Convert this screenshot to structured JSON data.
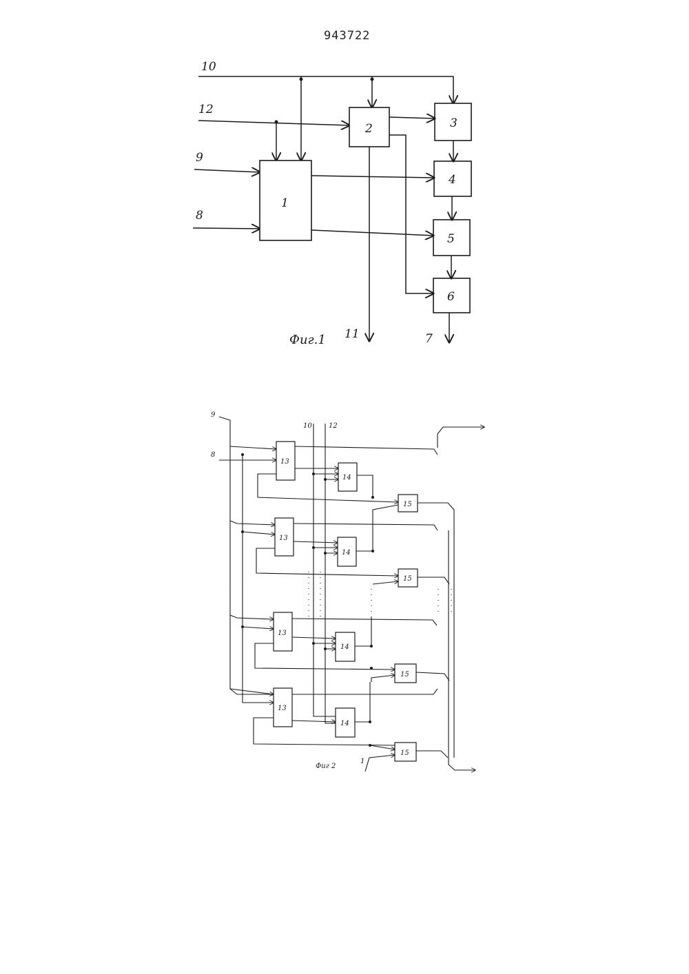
{
  "document": {
    "number": "943722"
  },
  "fig1": {
    "caption": "Фиг.1",
    "blocks": {
      "b1": "1",
      "b2": "2",
      "b3": "3",
      "b4": "4",
      "b5": "5",
      "b6": "6"
    },
    "signals": {
      "s10": "10",
      "s12": "12",
      "s9": "9",
      "s8": "8",
      "s11": "11",
      "s7": "7"
    }
  },
  "fig2": {
    "caption": "Фиг 2",
    "block13": "13",
    "block14": "14",
    "block15": "15",
    "signals": {
      "s9": "9",
      "s8": "8",
      "s10": "10",
      "s12": "12",
      "s1": "1"
    }
  }
}
